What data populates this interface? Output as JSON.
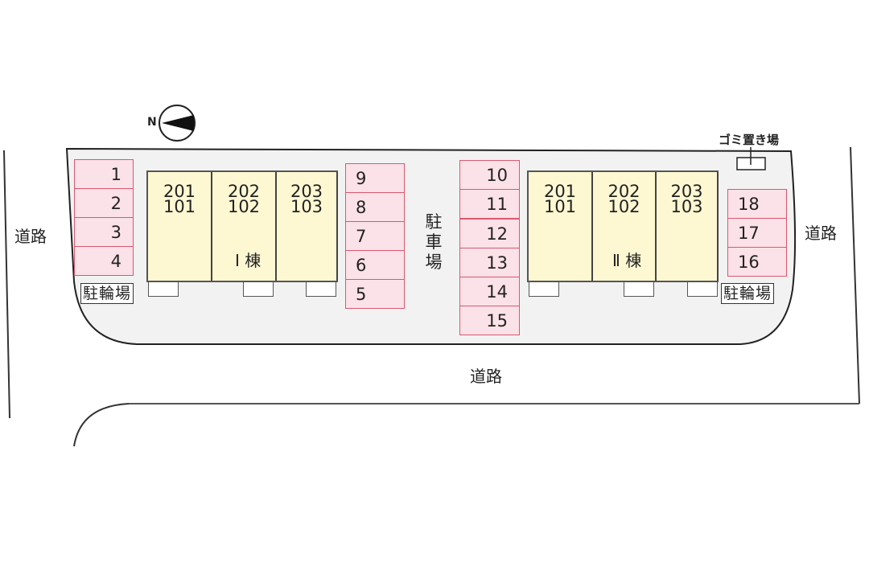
{
  "diagram": {
    "type": "site-plan",
    "compass": {
      "label": "N",
      "direction": "left"
    },
    "roads": [
      {
        "id": "left",
        "label": "道路"
      },
      {
        "id": "right",
        "label": "道路"
      },
      {
        "id": "bottom",
        "label": "道路"
      }
    ],
    "parking_label": "駐車場",
    "parking_label_chars": [
      "駐",
      "車",
      "場"
    ],
    "bicycle_parking_label": "駐輪場",
    "garbage_label": "ゴミ置き場",
    "buildings": [
      {
        "id": "I",
        "label": "Ⅰ 棟",
        "units": [
          {
            "upper": "201",
            "lower": "101"
          },
          {
            "upper": "202",
            "lower": "102"
          },
          {
            "upper": "203",
            "lower": "103"
          }
        ]
      },
      {
        "id": "II",
        "label": "Ⅱ 棟",
        "units": [
          {
            "upper": "201",
            "lower": "101"
          },
          {
            "upper": "202",
            "lower": "102"
          },
          {
            "upper": "203",
            "lower": "103"
          }
        ]
      }
    ],
    "parking_spaces": {
      "group_a": [
        "1",
        "2",
        "3",
        "4"
      ],
      "group_b": [
        "9",
        "8",
        "7",
        "6",
        "5"
      ],
      "group_c": [
        "10",
        "11",
        "12",
        "13",
        "14",
        "15"
      ],
      "group_d": [
        "18",
        "17",
        "16"
      ]
    },
    "colors": {
      "parking_fill": "#fbe1e8",
      "parking_border": "#d9596f",
      "building_fill": "#fdf8d2",
      "site_fill": "#f2f2f2"
    }
  }
}
